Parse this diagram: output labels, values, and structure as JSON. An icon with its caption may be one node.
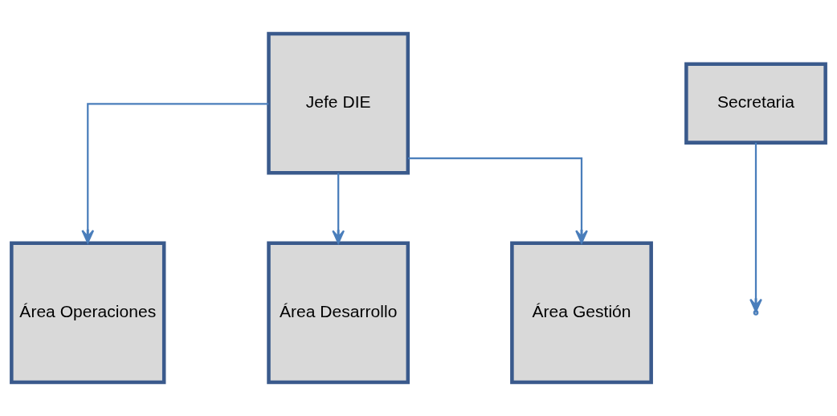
{
  "diagram": {
    "nodes": [
      {
        "text": [
          "Jefe DIE"
        ]
      },
      {
        "text": [
          "Secretaria"
        ]
      },
      {
        "text": [
          "Área Operaciones"
        ]
      },
      {
        "text": [
          "Área Desarrollo"
        ]
      },
      {
        "text": [
          "Área Gestión"
        ]
      }
    ],
    "edges": [
      {
        "from": 1,
        "to": null,
        "arrow": "to"
      },
      {
        "from": 0,
        "to": 2,
        "arrow": "to"
      },
      {
        "from": 0,
        "to": 3,
        "arrow": "to"
      },
      {
        "from": 0,
        "to": 4,
        "arrow": "to"
      }
    ]
  }
}
